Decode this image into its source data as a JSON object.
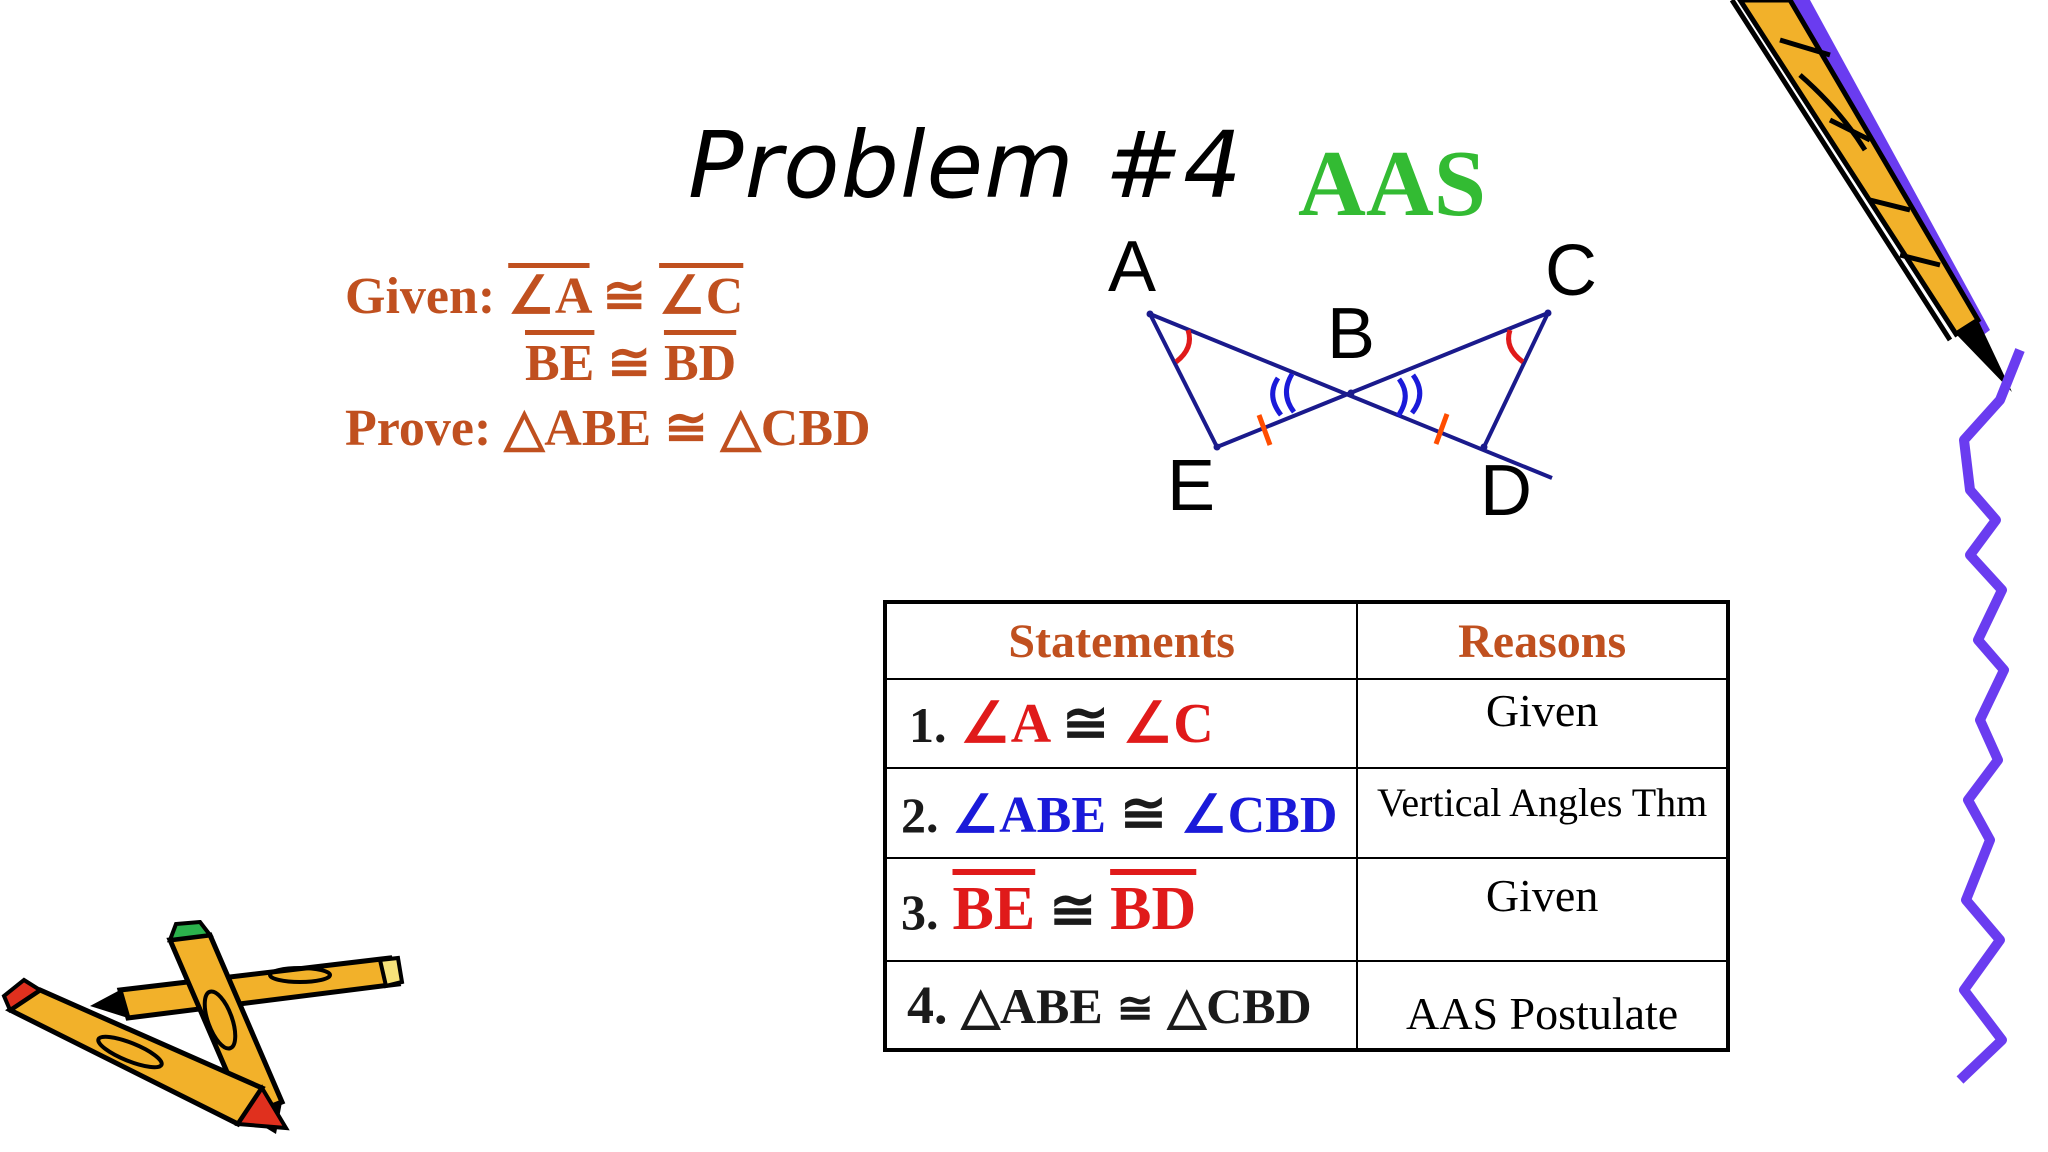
{
  "slide": {
    "title": "Problem #4",
    "method": "AAS"
  },
  "given": {
    "given_label": "Given:",
    "given_angle_a": "∠A",
    "cong1": "≅",
    "given_angle_c": "∠C",
    "seg_be": "BE",
    "cong2": "≅",
    "seg_bd": "BD",
    "prove_label": "Prove:",
    "prove_statement": "△ABE ≅ △CBD"
  },
  "diagram": {
    "labels": {
      "a": "A",
      "b": "B",
      "c": "C",
      "d": "D",
      "e": "E"
    },
    "colors": {
      "segment": "#1a1a8c",
      "angle_mark": "#e01a1a",
      "vertical_angle_mark": "#1a1ad9",
      "tick": "#ff4d00"
    }
  },
  "proof_table": {
    "headers": {
      "statements": "Statements",
      "reasons": "Reasons"
    },
    "rows": [
      {
        "num": "1.",
        "s1": "∠A",
        "cong": "≅",
        "s2": "∠C",
        "reason": "Given"
      },
      {
        "num": "2.",
        "s1": "∠ABE",
        "cong": "≅",
        "s2": "∠CBD",
        "reason": "Vertical Angles Thm"
      },
      {
        "num": "3.",
        "s1": "BE",
        "cong": "≅",
        "s2": "BD",
        "reason": "Given"
      },
      {
        "num": "4.",
        "s1": "△ABE",
        "cong": "≅",
        "s2": "△CBD",
        "reason": "AAS Postulate"
      }
    ]
  },
  "colors": {
    "title": "#000000",
    "method": "#33bb33",
    "given_text": "#c0501f",
    "statement_red": "#e01a1a",
    "statement_blue": "#1a1ad9",
    "decor_zigzag": "#6a3cf0",
    "pencil_body": "#f2b12a"
  },
  "decorations": {
    "pencil_top_right": "pencil-icon",
    "zigzag_right": "zigzag-line",
    "pencils_bottom_left": "crossed-pencils-icon"
  }
}
